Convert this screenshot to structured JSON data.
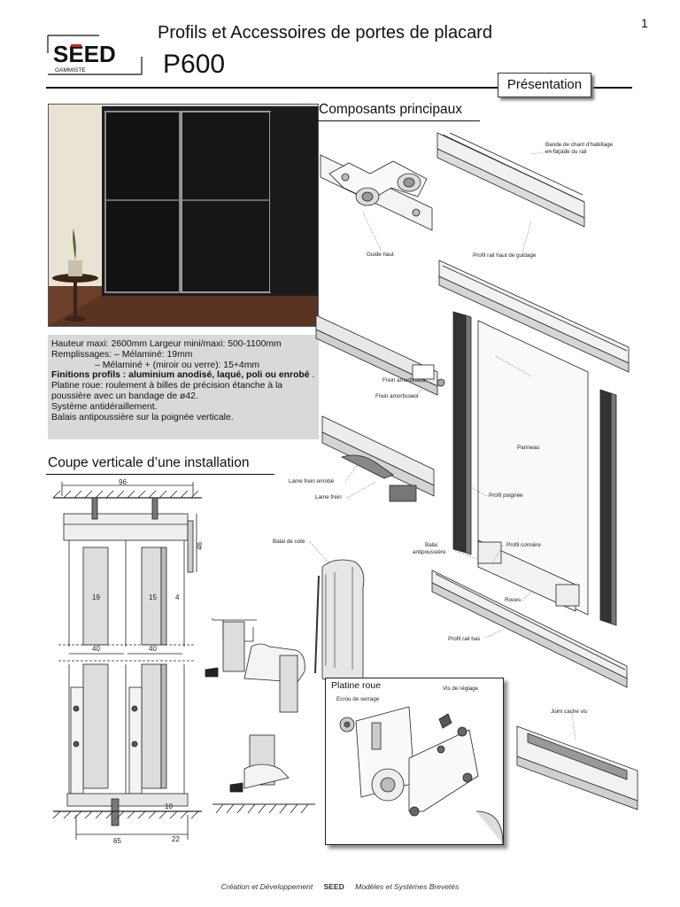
{
  "header": {
    "page_number": "1",
    "logo_text": "SEED",
    "logo_subtext": "GAMMISTE",
    "title": "Profils et Accessoires de portes de placard",
    "model": "P600",
    "section_badge": "Présentation"
  },
  "specs": {
    "lines": [
      "Hauteur maxi: 2600mm      Largeur mini/maxi: 500-1100mm",
      "Remplissages: – Mélaminé: 19mm",
      "                 – Mélaminé + (miroir ou verre): 15+4mm",
      "Finitions profils : aluminium anodisé, laqué, poli ou enrobé .",
      "Platine roue: roulement à billes de précision étanche à la",
      "poussière avec un bandage de ø42.",
      "Système antidéraillement.",
      "Balais antipoussière sur la poignée verticale."
    ],
    "bold_line": {
      "prefix": "Finitions profils : ",
      "bold": "aluminium anodisé, laqué, poli ou enrobé",
      "suffix": " ."
    }
  },
  "sections": {
    "components": "Composants principaux",
    "cut": "Coupe verticale d’une installation"
  },
  "labels": {
    "bande": "Bande de chant d’habillage",
    "bande2": "en façade du rail",
    "guide_haut": "Guide haut",
    "rail_haut": "Profil rail haut de guidage",
    "frein1": "Frein amortisseur",
    "frein2": "Frein amortisseur",
    "panneau": "Panneau",
    "lame_enrobe": "Lame frein enrobé",
    "lame": "Lame frein",
    "poignee": "Profil poignée",
    "balai_cote": "Balai de coté",
    "balai_anti": "Balai",
    "balai_anti2": "antipoussière",
    "corniere": "Profil cornière",
    "roues": "Roues",
    "rail_bas": "Profil rail bas",
    "joint": "Joint cache vis"
  },
  "dimensions": {
    "d96": "96",
    "d46": "46",
    "d19": "19",
    "d15": "15",
    "d4": "4",
    "d40a": "40",
    "d40b": "40",
    "d10": "10",
    "d65": "65",
    "d22": "22"
  },
  "platine": {
    "title": "Platine roue",
    "ecrou": "Ecrou de serrage",
    "vis": "Vis de réglage"
  },
  "footer": {
    "left": "Création et Développement",
    "logo": "SEED",
    "right": "Modèles et Systèmes Brevetés"
  },
  "colors": {
    "accent": "#111111",
    "spec_bg": "#d9d9d9",
    "wardrobe_dark": "#151515",
    "floor": "#6b3f2a"
  }
}
